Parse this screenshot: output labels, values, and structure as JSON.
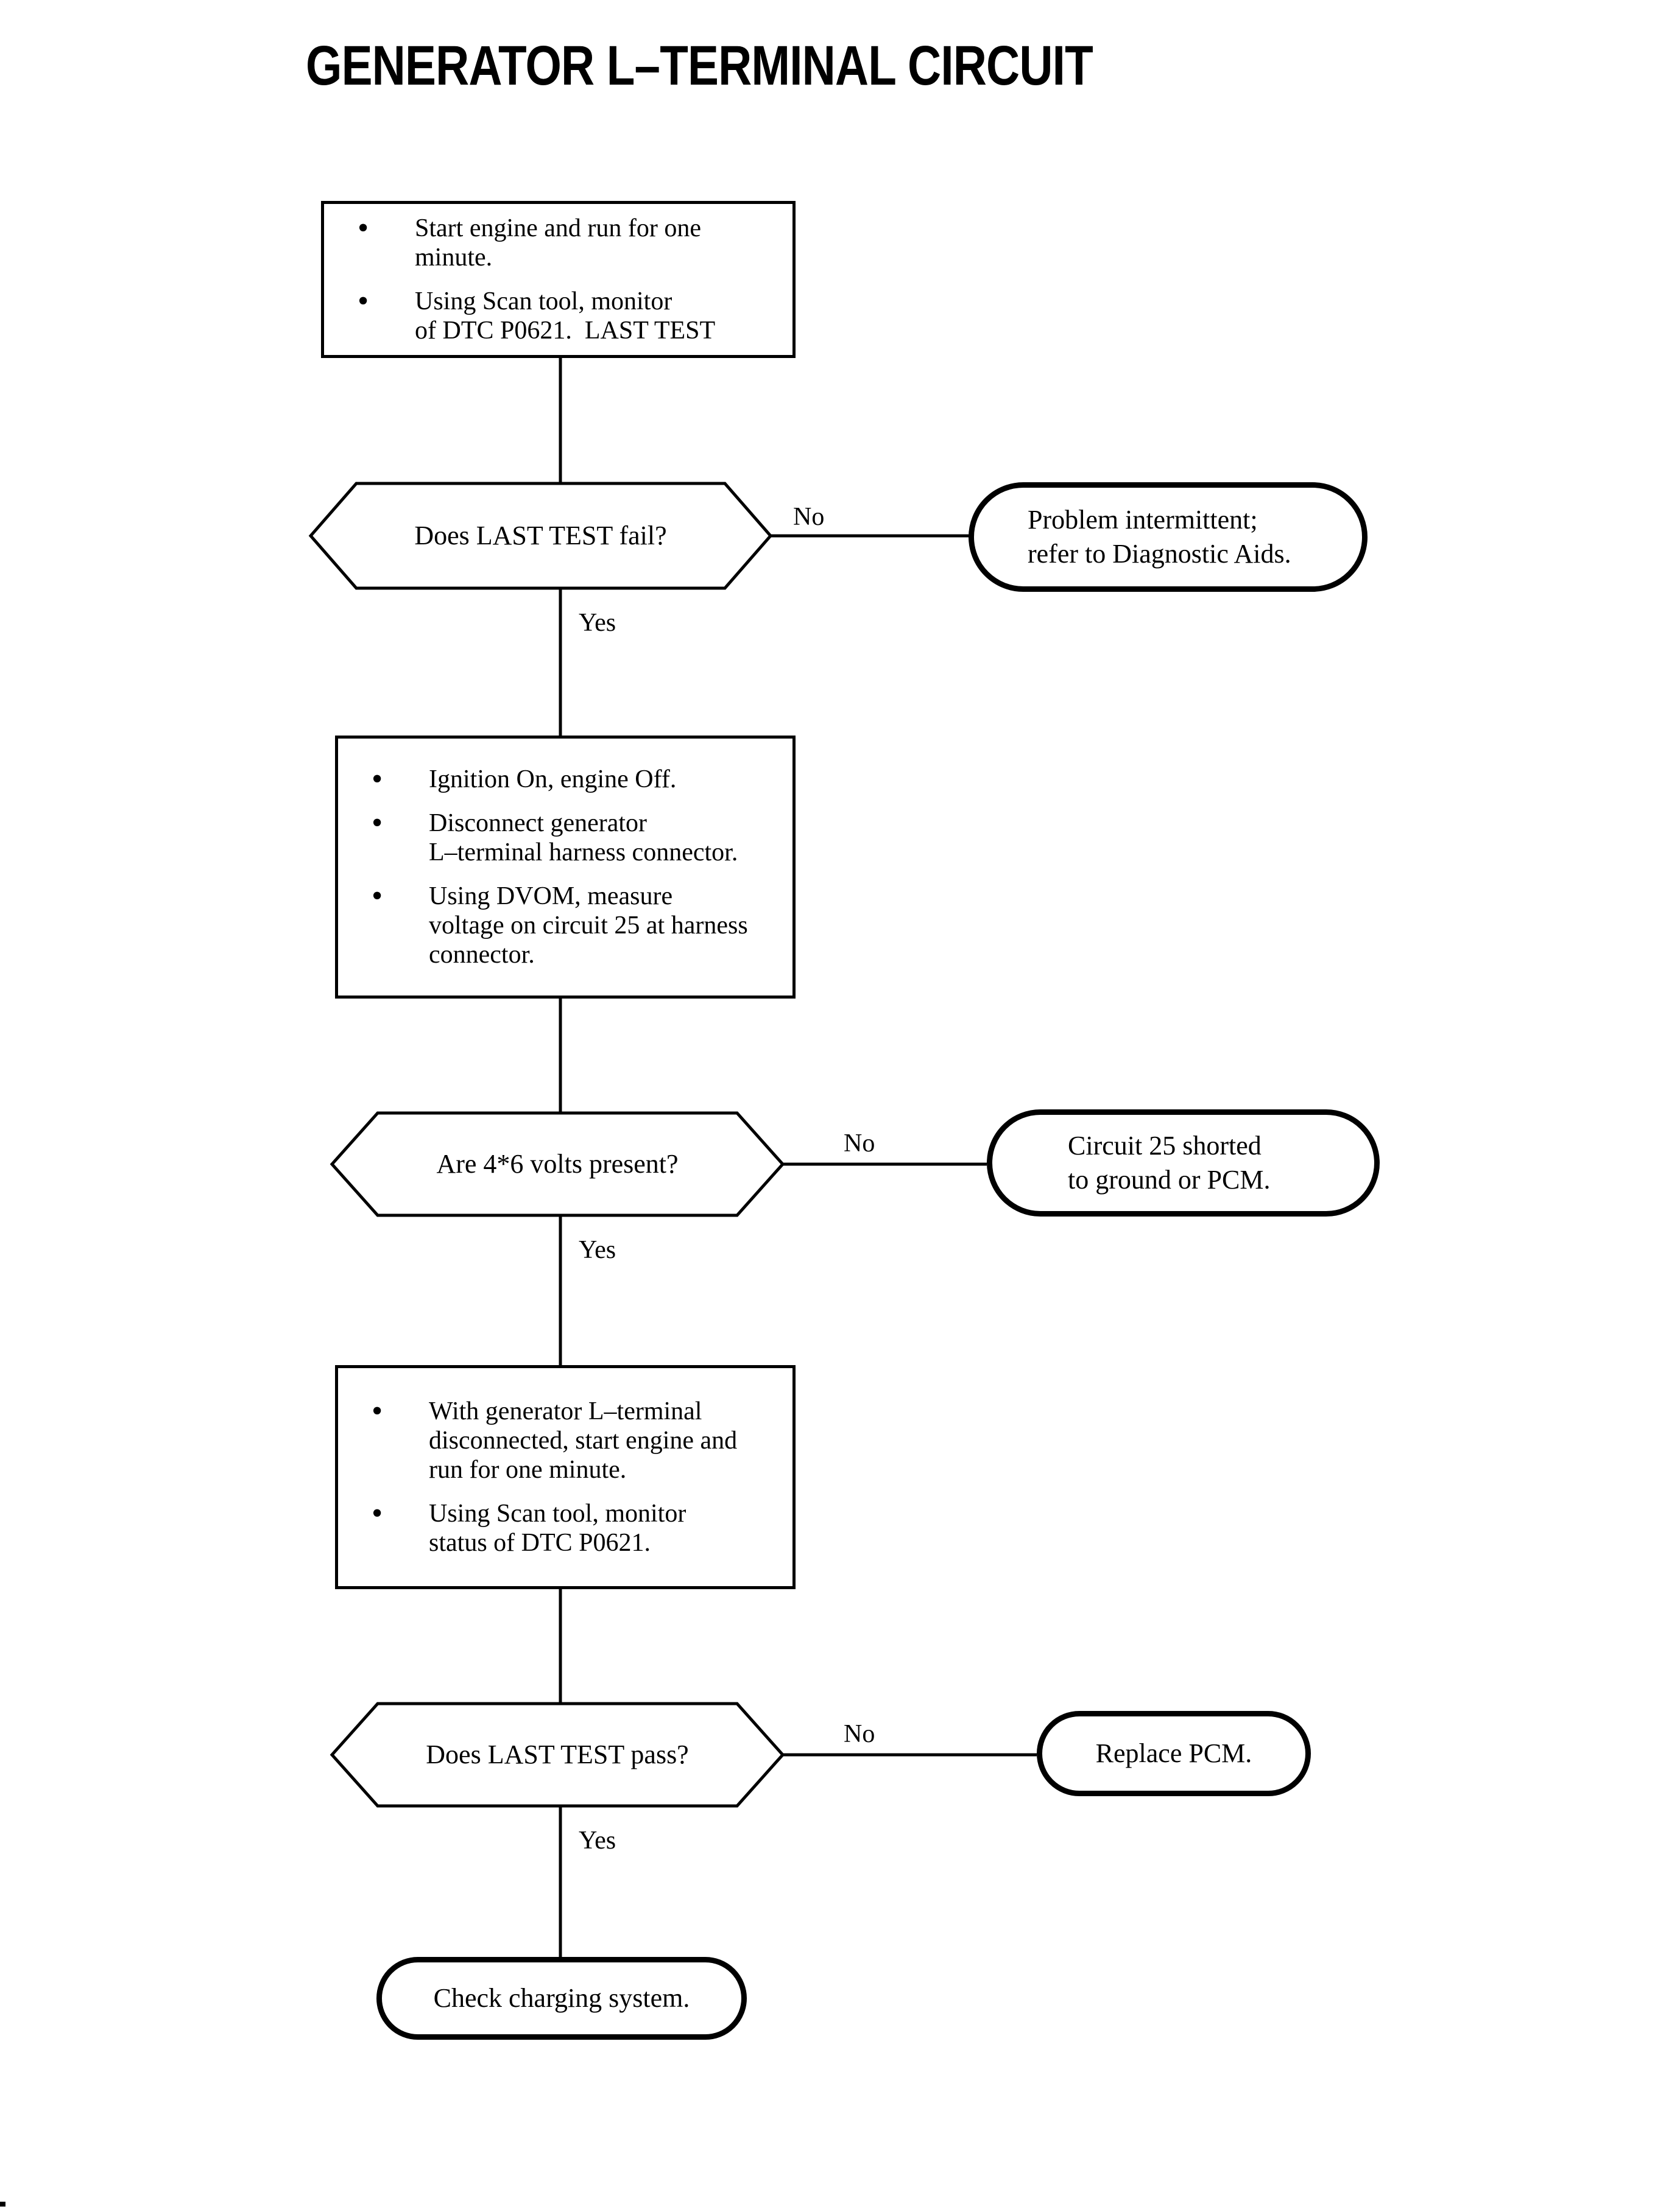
{
  "title": "GENERATOR L–TERMINAL CIRCUIT",
  "labels": {
    "yes": "Yes",
    "no": "No"
  },
  "icons": {
    "bullet": "•"
  },
  "colors": {
    "ink": "#000000",
    "background": "#ffffff"
  },
  "steps": {
    "step1": {
      "bullets": [
        {
          "lines": [
            "Start engine and run for one",
            "minute."
          ]
        },
        {
          "lines": [
            "Using Scan tool, monitor",
            "of DTC P0621.  LAST TEST"
          ]
        }
      ]
    },
    "step2": {
      "bullets": [
        {
          "lines": [
            "Ignition On, engine Off."
          ]
        },
        {
          "lines": [
            "Disconnect generator",
            "L–terminal harness connector."
          ]
        },
        {
          "lines": [
            "Using DVOM, measure",
            "voltage on circuit 25 at harness",
            "connector."
          ]
        }
      ]
    },
    "step3": {
      "bullets": [
        {
          "lines": [
            "With generator L–terminal",
            "disconnected, start engine and",
            "run for one minute."
          ]
        },
        {
          "lines": [
            "Using Scan tool, monitor",
            "status of DTC P0621."
          ]
        }
      ]
    }
  },
  "decisions": {
    "d1": {
      "question": "Does LAST TEST fail?"
    },
    "d2": {
      "question": "Are 4*6 volts present?"
    },
    "d3": {
      "question": "Does LAST TEST pass?"
    }
  },
  "terminals": {
    "t1": {
      "lines": [
        "Problem intermittent;",
        "refer to Diagnostic Aids."
      ]
    },
    "t2": {
      "lines": [
        "Circuit 25 shorted",
        "to ground or PCM."
      ]
    },
    "t3": {
      "lines": [
        "Replace PCM."
      ]
    },
    "t4": {
      "lines": [
        "Check charging system."
      ]
    }
  }
}
